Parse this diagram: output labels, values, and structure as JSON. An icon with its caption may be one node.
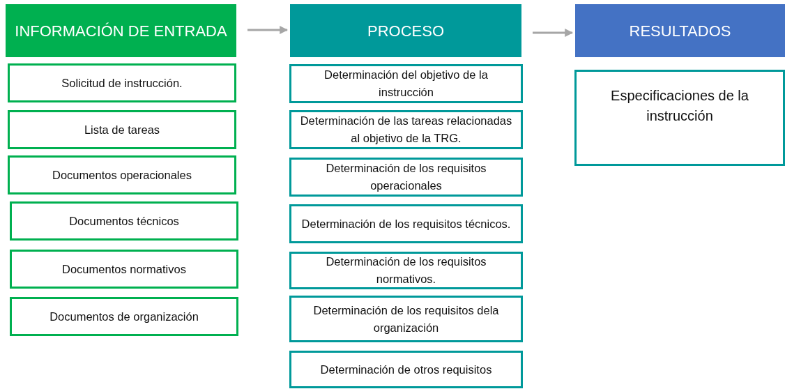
{
  "diagram": {
    "nodes": [
      {
        "text": [
          "INFORMACIÓN DE ENTRADA"
        ]
      },
      {
        "text": [
          "Solicitud de instrucción."
        ]
      },
      {
        "text": [
          "Lista de tareas"
        ]
      },
      {
        "text": [
          "Documentos operacionales"
        ]
      },
      {
        "text": [
          "Documentos técnicos"
        ]
      },
      {
        "text": [
          "Documentos normativos"
        ]
      },
      {
        "text": [
          "Documentos de organización"
        ]
      },
      {
        "text": [
          "PROCESO"
        ]
      },
      {
        "text": [
          "Determinación del objetivo de la instrucción"
        ]
      },
      {
        "text": [
          "Determinación de las tareas relacionadas al objetivo de la TRG."
        ]
      },
      {
        "text": [
          "Determinación de los requisitos operacionales"
        ]
      },
      {
        "text": [
          "Determinación de los requisitos técnicos."
        ]
      },
      {
        "text": [
          "Determinación de los requisitos normativos."
        ]
      },
      {
        "text": [
          "Determinación de los requisitos dela organización"
        ]
      },
      {
        "text": [
          "Determinación de otros requisitos"
        ]
      },
      {
        "text": [
          "RESULTADOS"
        ]
      },
      {
        "text": [
          "Especificaciones de la instrucción"
        ]
      }
    ],
    "edges": [
      {
        "from": 0,
        "to": 7,
        "arrow": "to"
      },
      {
        "from": 7,
        "to": 15,
        "arrow": "to"
      }
    ]
  }
}
